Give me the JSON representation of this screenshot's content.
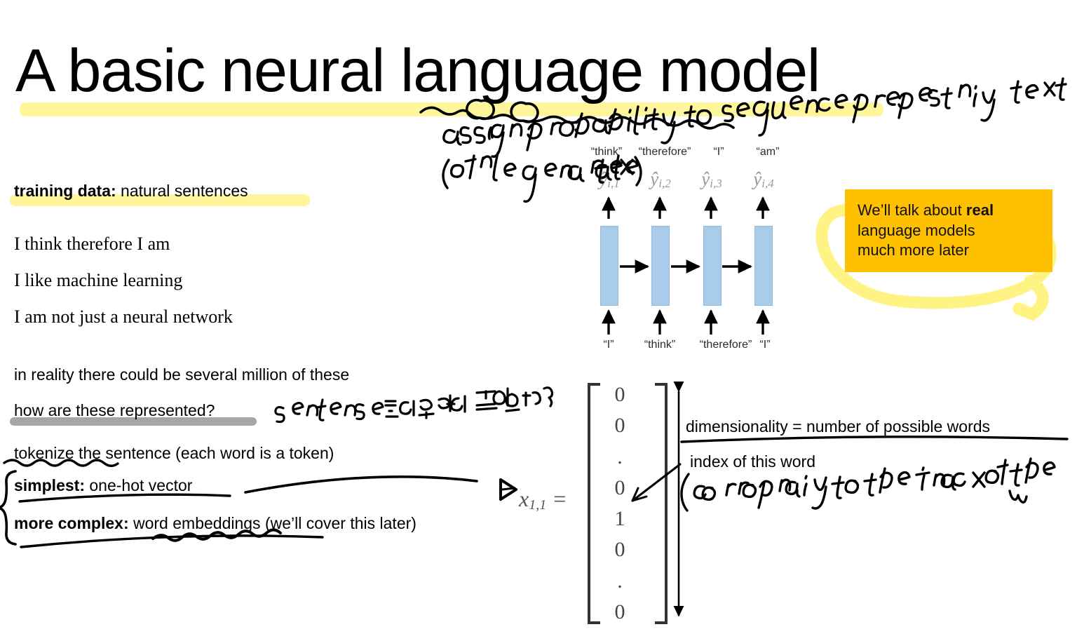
{
  "slide": {
    "title": "A basic neural language model",
    "background": "#ffffff",
    "highlight_yellow": "#FFF59B",
    "highlight_gray": "#A6A6A6",
    "callout_orange": "#FFC000",
    "cell_blue": "#A9CCEA"
  },
  "left": {
    "training_data_label": "training data:",
    "training_data_value": " natural sentences",
    "sentences": [
      "I think therefore I am",
      "I like machine learning",
      "I am not just a neural network"
    ],
    "note_reality": "in reality there could be several million of these",
    "note_represented": "how are these represented?",
    "note_tokenize": "tokenize the sentence (each word is a token)",
    "simplest_label": "simplest:",
    "simplest_value": " one-hot vector",
    "complex_label": "more complex:",
    "complex_value": " word embeddings (we’ll cover this later)"
  },
  "rnn": {
    "outputs_words": [
      "“think”",
      "“therefore”",
      "“I”",
      "“am”"
    ],
    "outputs_symbols": [
      "ŷ",
      "ŷ",
      "ŷ",
      "ŷ"
    ],
    "outputs_subscripts": [
      "i,1",
      "i,2",
      "i,3",
      "i,4"
    ],
    "inputs_words": [
      "“I”",
      "“think”",
      "“therefore”",
      "“I”"
    ],
    "cell_count": 4
  },
  "callout": {
    "line1_a": "We’ll talk about ",
    "line1_b": "real",
    "line2": "language models",
    "line3": "much more later"
  },
  "vector": {
    "x_symbol": "x",
    "x_subscript": "1,1",
    "equals": "=",
    "entries": [
      "0",
      "0",
      ".",
      "0",
      "1",
      "0",
      ".",
      "0"
    ]
  },
  "right_labels": {
    "dimensionality": "dimensionality = number of possible words",
    "index_of_word": "index of this word"
  },
  "handwriting": {
    "top_line1": "assign probability to sequence representing text",
    "top_line2": "(often generate text)",
    "korean_note": "sentence를 어떻게 표현할까?",
    "index_note": "( corresponding to the index of the word )"
  }
}
